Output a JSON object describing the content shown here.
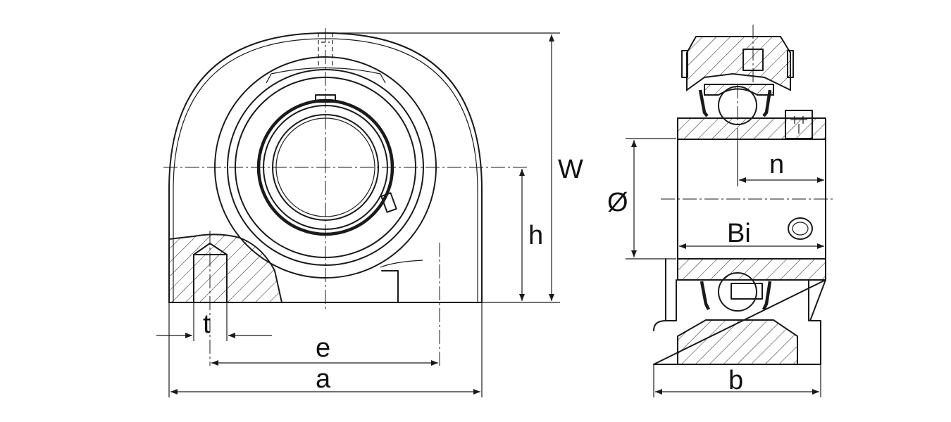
{
  "labels": {
    "W": "W",
    "h": "h",
    "t": "t",
    "e": "e",
    "a": "a",
    "diameter": "Ø",
    "n": "n",
    "Bi": "Bi",
    "b": "b"
  },
  "colors": {
    "line": "#1a1a1a",
    "background": "#ffffff"
  }
}
